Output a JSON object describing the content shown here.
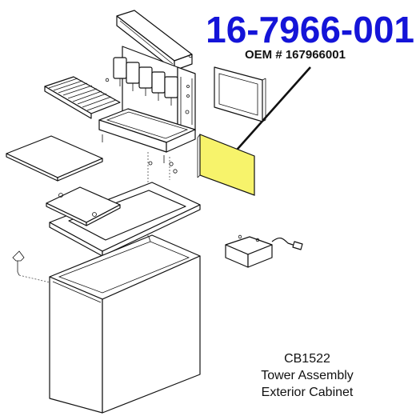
{
  "header": {
    "part_number": "16-7966-001",
    "oem_number": "OEM # 167966001"
  },
  "caption": {
    "model": "CB1522",
    "assembly": "Tower Assembly",
    "section": "Exterior Cabinet"
  },
  "colors": {
    "part_number_text": "#1414d8",
    "highlight_panel": "#f7f36b",
    "line_art": "#111111"
  }
}
